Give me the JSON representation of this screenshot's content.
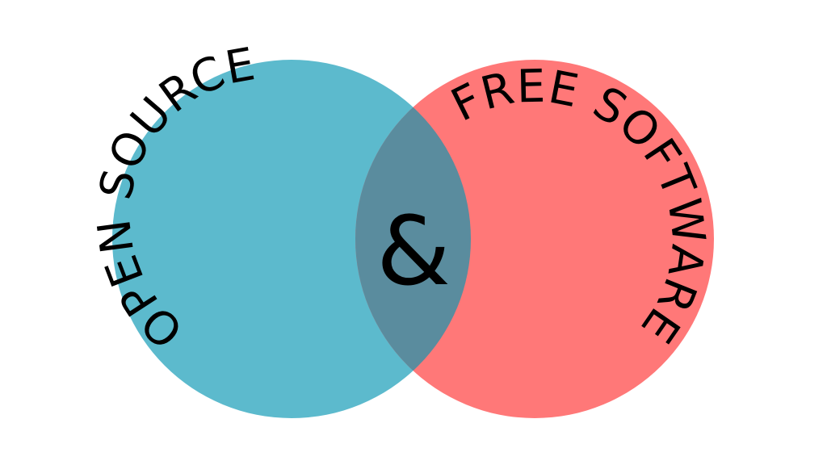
{
  "diagram": {
    "type": "venn",
    "left_circle": {
      "label": "OPEN SOURCE",
      "color": "#5CBACD"
    },
    "right_circle": {
      "label": "FREE SOFTWARE",
      "color": "#FF7878"
    },
    "intersection": {
      "label": "&",
      "color": "#5A8C9E"
    },
    "background": "#FFFFFF"
  }
}
